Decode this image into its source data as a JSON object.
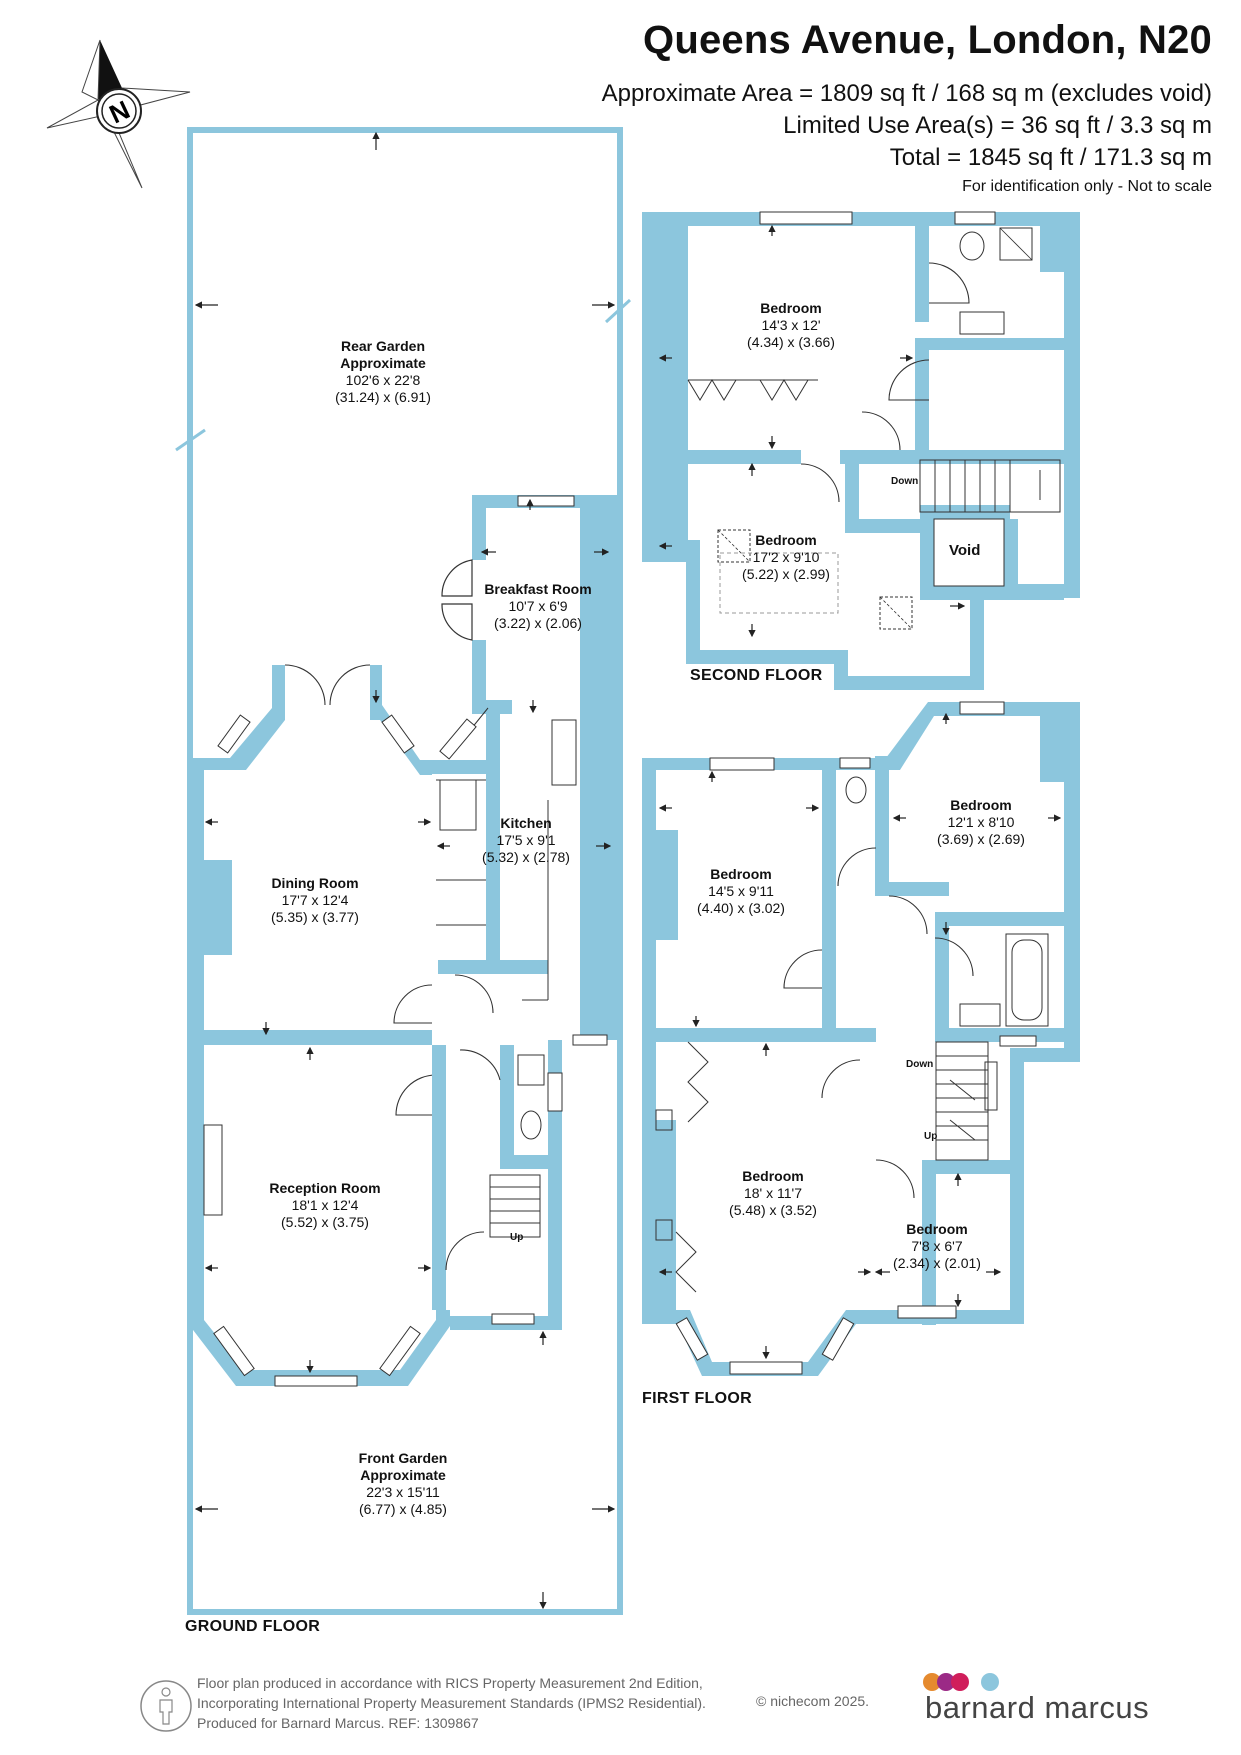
{
  "header": {
    "title": "Queens Avenue, London, N20",
    "area_line_1": "Approximate Area = 1809 sq ft / 168 sq m (excludes void)",
    "area_line_2": "Limited Use Area(s) = 36 sq ft / 3.3 sq m",
    "area_line_3": "Total = 1845 sq ft / 171.3 sq m",
    "disclaimer": "For identification only - Not to scale"
  },
  "compass": {
    "label": "N",
    "icon": "north-arrow-icon"
  },
  "colors": {
    "wall": "#8cc6dd",
    "line": "#333333",
    "text": "#111111"
  },
  "ground_floor": {
    "label": "GROUND FLOOR",
    "rooms": {
      "rear_garden": {
        "name": "Rear Garden",
        "note": "Approximate",
        "imperial": "102'6 x 22'8",
        "metric": "(31.24) x (6.91)"
      },
      "breakfast_room": {
        "name": "Breakfast Room",
        "imperial": "10'7 x 6'9",
        "metric": "(3.22) x (2.06)"
      },
      "kitchen": {
        "name": "Kitchen",
        "imperial": "17'5 x 9'1",
        "metric": "(5.32) x (2.78)"
      },
      "dining_room": {
        "name": "Dining Room",
        "imperial": "17'7 x 12'4",
        "metric": "(5.35) x (3.77)"
      },
      "reception_room": {
        "name": "Reception Room",
        "imperial": "18'1 x 12'4",
        "metric": "(5.52) x (3.75)"
      },
      "front_garden": {
        "name": "Front Garden",
        "note": "Approximate",
        "imperial": "22'3 x 15'11",
        "metric": "(6.77) x (4.85)"
      }
    },
    "stairs_label": "Up"
  },
  "first_floor": {
    "label": "FIRST FLOOR",
    "rooms": {
      "bedroom_a": {
        "name": "Bedroom",
        "imperial": "14'5 x 9'11",
        "metric": "(4.40) x (3.02)"
      },
      "bedroom_b": {
        "name": "Bedroom",
        "imperial": "12'1 x 8'10",
        "metric": "(3.69) x (2.69)"
      },
      "bedroom_c": {
        "name": "Bedroom",
        "imperial": "18' x 11'7",
        "metric": "(5.48) x (3.52)"
      },
      "bedroom_d": {
        "name": "Bedroom",
        "imperial": "7'8 x 6'7",
        "metric": "(2.34) x (2.01)"
      }
    },
    "stairs_down": "Down",
    "stairs_up": "Up"
  },
  "second_floor": {
    "label": "SECOND FLOOR",
    "rooms": {
      "bedroom_a": {
        "name": "Bedroom",
        "imperial": "14'3 x 12'",
        "metric": "(4.34) x (3.66)"
      },
      "bedroom_b": {
        "name": "Bedroom",
        "imperial": "17'2 x 9'10",
        "metric": "(5.22) x (2.99)"
      }
    },
    "stairs_down": "Down",
    "void": "Void"
  },
  "footer": {
    "line_1": "Floor plan produced in accordance with RICS Property Measurement 2nd Edition,",
    "line_2": "Incorporating International Property Measurement Standards (IPMS2 Residential).",
    "line_3": "Produced for Barnard Marcus.   REF:  1309867",
    "copyright": "© nichecom 2025.",
    "brand": "barnard marcus",
    "brand_dot_colors": [
      "#e58a2e",
      "#9b2a86",
      "#d01e5b",
      "#8cc6dd"
    ]
  }
}
